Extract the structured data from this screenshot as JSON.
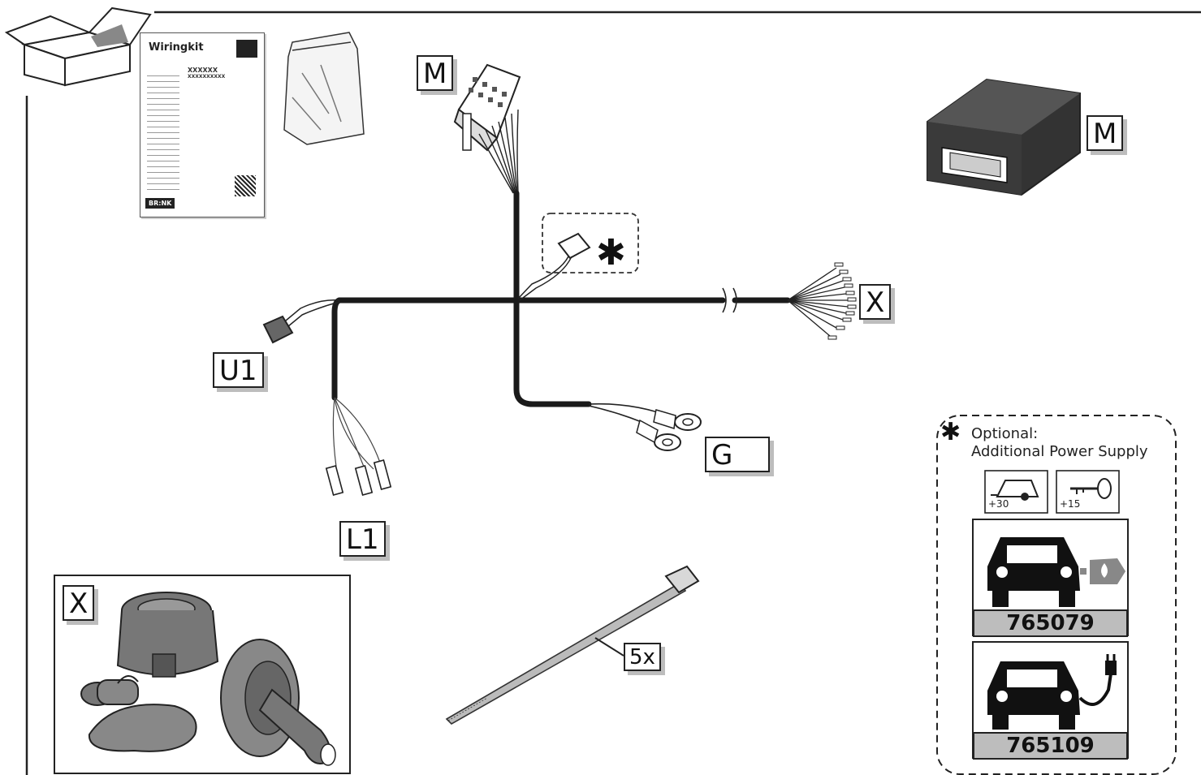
{
  "labels": {
    "m_connector": "M",
    "m_module": "M",
    "x_wires": "X",
    "u1": "U1",
    "l1": "L1",
    "g": "G",
    "x_box": "X",
    "count": "5x"
  },
  "document": {
    "title": "Wiringkit",
    "code_line1": "XXXXXX",
    "code_line2": "XXXXXXXXXX",
    "brand": "BR:NK"
  },
  "optional": {
    "star": "✱",
    "title": "Optional:",
    "subtitle": "Additional Power Supply",
    "badge_caravan": "+30",
    "badge_key": "+15",
    "part_combustion": "765079",
    "part_electric": "765109"
  },
  "marker_star": "✱"
}
